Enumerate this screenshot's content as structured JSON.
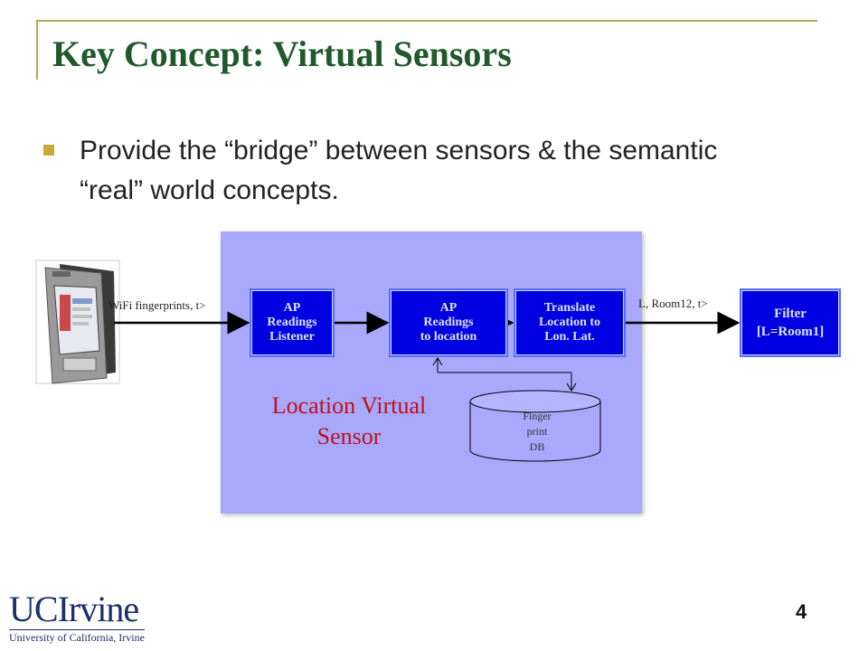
{
  "slide": {
    "title": "Key Concept: Virtual Sensors",
    "bullet": "Provide the “bridge” between sensors & the semantic “real” world concepts.",
    "page_number": "4"
  },
  "diagram": {
    "input_label": "WiFi fingerprints, t>",
    "output_label": "L, Room12, t>",
    "boxes": [
      {
        "lines": [
          "AP",
          "Readings",
          "Listener"
        ]
      },
      {
        "lines": [
          "AP",
          "Readings",
          "to location"
        ]
      },
      {
        "lines": [
          "Translate",
          "Location to",
          "Lon. Lat."
        ]
      },
      {
        "lines": [
          "Filter",
          "[L=Room1]"
        ]
      }
    ],
    "sensor_label": "Location Virtual Sensor",
    "database": {
      "lines": [
        "Finger",
        "print",
        "DB"
      ]
    }
  },
  "logo": {
    "name": "UCIrvine",
    "subtitle": "University of California, Irvine"
  },
  "colors": {
    "title": "#1f5a2a",
    "accent": "#c6a93a",
    "box_fill": "#0000e0",
    "panel_fill": "#a8a8fc",
    "sensor_label": "#c0101a"
  }
}
